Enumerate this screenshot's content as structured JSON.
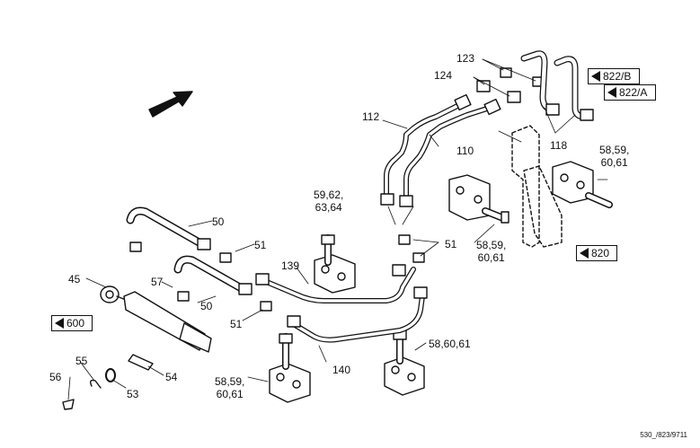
{
  "labels": {
    "l45": "45",
    "l50a": "50",
    "l50b": "50",
    "l51a": "51",
    "l51b": "51",
    "l51c": "51",
    "l53": "53",
    "l54": "54",
    "l55": "55",
    "l56": "56",
    "l57": "57",
    "l5962": "59,62,\n63,64",
    "l139": "139",
    "l140": "140",
    "l585960a": "58,59,\n60,61",
    "l585960b": "58,59,\n60,61",
    "l585960c": "58,59,\n60,61",
    "l58606l": "58,60,61",
    "l110": "110",
    "l112": "112",
    "l118": "118",
    "l123": "123",
    "l124": "124"
  },
  "refs": {
    "r600": "600",
    "r820": "820",
    "r822a": "822/A",
    "r822b": "822/B"
  },
  "footer": "530_/823/9711"
}
